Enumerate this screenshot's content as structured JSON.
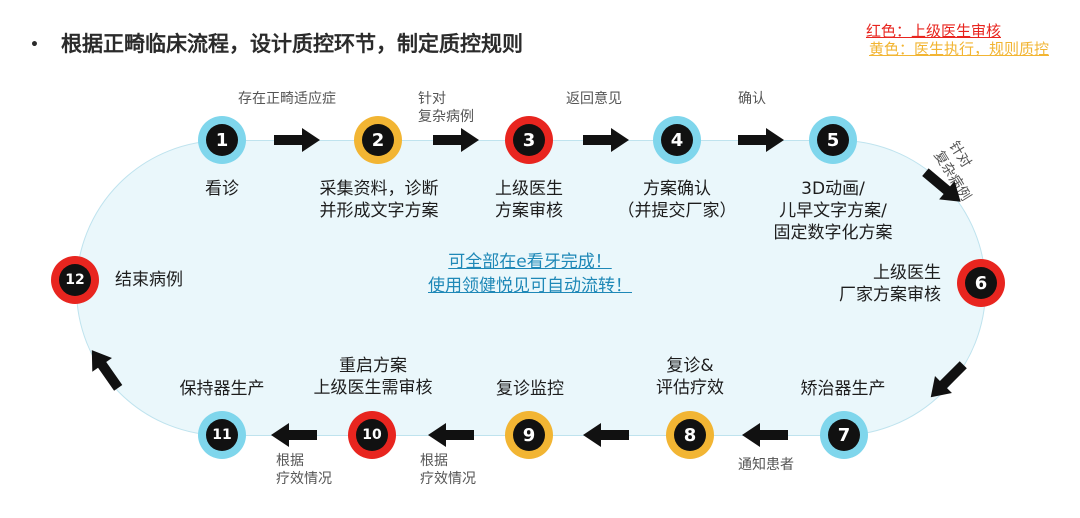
{
  "title": "根据正畸临床流程，设计质控环节，制定质控规则",
  "bullet": "•",
  "legend": {
    "red": "红色：上级医生审核",
    "yellow": "黄色：医生执行，规则质控",
    "red_color": "#e8251f",
    "yellow_color": "#f2b533",
    "blue_color": "#7fd6ec"
  },
  "center_text": [
    "可全部在e看牙完成！",
    "使用领健悦见可自动流转！"
  ],
  "steps": [
    {
      "num": "1",
      "label": "看诊",
      "color": "blue"
    },
    {
      "num": "2",
      "label": "采集资料，诊断\n并形成文字方案",
      "color": "yellow"
    },
    {
      "num": "3",
      "label": "上级医生\n方案审核",
      "color": "red"
    },
    {
      "num": "4",
      "label": "方案确认\n（并提交厂家）",
      "color": "blue"
    },
    {
      "num": "5",
      "label": "3D动画/\n儿早文字方案/\n固定数字化方案",
      "color": "blue"
    },
    {
      "num": "6",
      "label": "上级医生\n厂家方案审核",
      "color": "red"
    },
    {
      "num": "7",
      "label": "矫治器生产",
      "color": "blue"
    },
    {
      "num": "8",
      "label": "复诊&\n评估疗效",
      "color": "yellow"
    },
    {
      "num": "9",
      "label": "复诊监控",
      "color": "yellow"
    },
    {
      "num": "10",
      "label": "重启方案\n上级医生需审核",
      "color": "red"
    },
    {
      "num": "11",
      "label": "保持器生产",
      "color": "blue"
    },
    {
      "num": "12",
      "label": "结束病例",
      "color": "red"
    }
  ],
  "annotations": {
    "a1_2": "存在正畸适应症",
    "a2_3": "针对\n复杂病例",
    "a3_4": "返回意见",
    "a4_5": "确认",
    "a5_6": "针对\n复杂病例",
    "a7_8": "通知患者",
    "a10_11": "根据\n疗效情况",
    "a9_10": "根据\n疗效情况"
  }
}
